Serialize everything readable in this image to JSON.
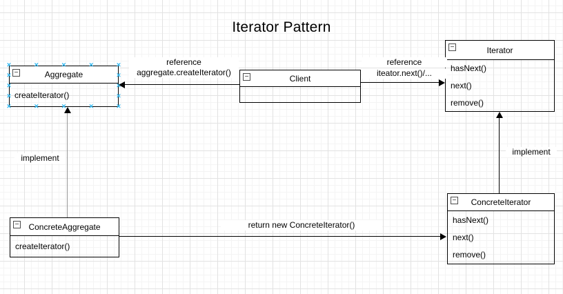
{
  "title": "Iterator Pattern",
  "icons": {
    "collapse_glyph": "−"
  },
  "colors": {
    "shape_border": "#000000",
    "grid_major": "#e2e2e2",
    "grid_minor": "#f4f4f4",
    "selection_handle": "#29b6f2",
    "implement_left_line": "#999999"
  },
  "nodes": {
    "aggregate": {
      "title": "Aggregate",
      "methods": [
        "createIterator()"
      ]
    },
    "client": {
      "title": "Client"
    },
    "iterator": {
      "title": "Iterator",
      "methods": [
        "hasNext()",
        "next()",
        "remove()"
      ]
    },
    "concrete_aggregate": {
      "title": "ConcreteAggregate",
      "methods": [
        "createIterator()"
      ]
    },
    "concrete_iterator": {
      "title": "ConcreteIterator",
      "methods": [
        "hasNext()",
        "next()",
        "remove()"
      ]
    }
  },
  "edges": {
    "client_to_aggregate": {
      "label_top": "reference",
      "label_bottom": "aggregate.createIterator()"
    },
    "client_to_iterator": {
      "label_top": "reference",
      "label_bottom": "iteator.next()/..."
    },
    "concrete_aggregate_to_aggregate": {
      "label": "implement"
    },
    "concrete_iterator_to_iterator": {
      "label": "implement"
    },
    "concrete_aggregate_to_concrete_iterator": {
      "label": "return new ConcreteIterator()"
    }
  }
}
